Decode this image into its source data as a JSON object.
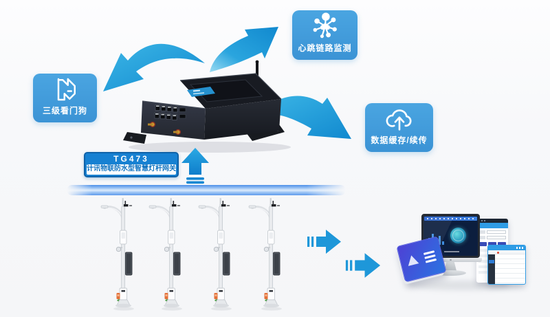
{
  "features": {
    "heartbeat": {
      "label": "心跳链路监测",
      "icon": "network-hub-icon"
    },
    "watchdog": {
      "label": "三级看门狗",
      "icon": "watchdog-icon"
    },
    "datacache": {
      "label": "数据缓存/续传",
      "icon": "cloud-upload-icon"
    }
  },
  "device": {
    "model": "TG473",
    "name": "计讯物联防水型智慧灯杆网关"
  },
  "colors": {
    "card_blue": "#3f9cdb",
    "arrow_blue": "#1e9ad8",
    "divider_blue": "#4a90e8",
    "label_box_blue": "#1781d2",
    "label_text_blue": "#1173c0"
  }
}
